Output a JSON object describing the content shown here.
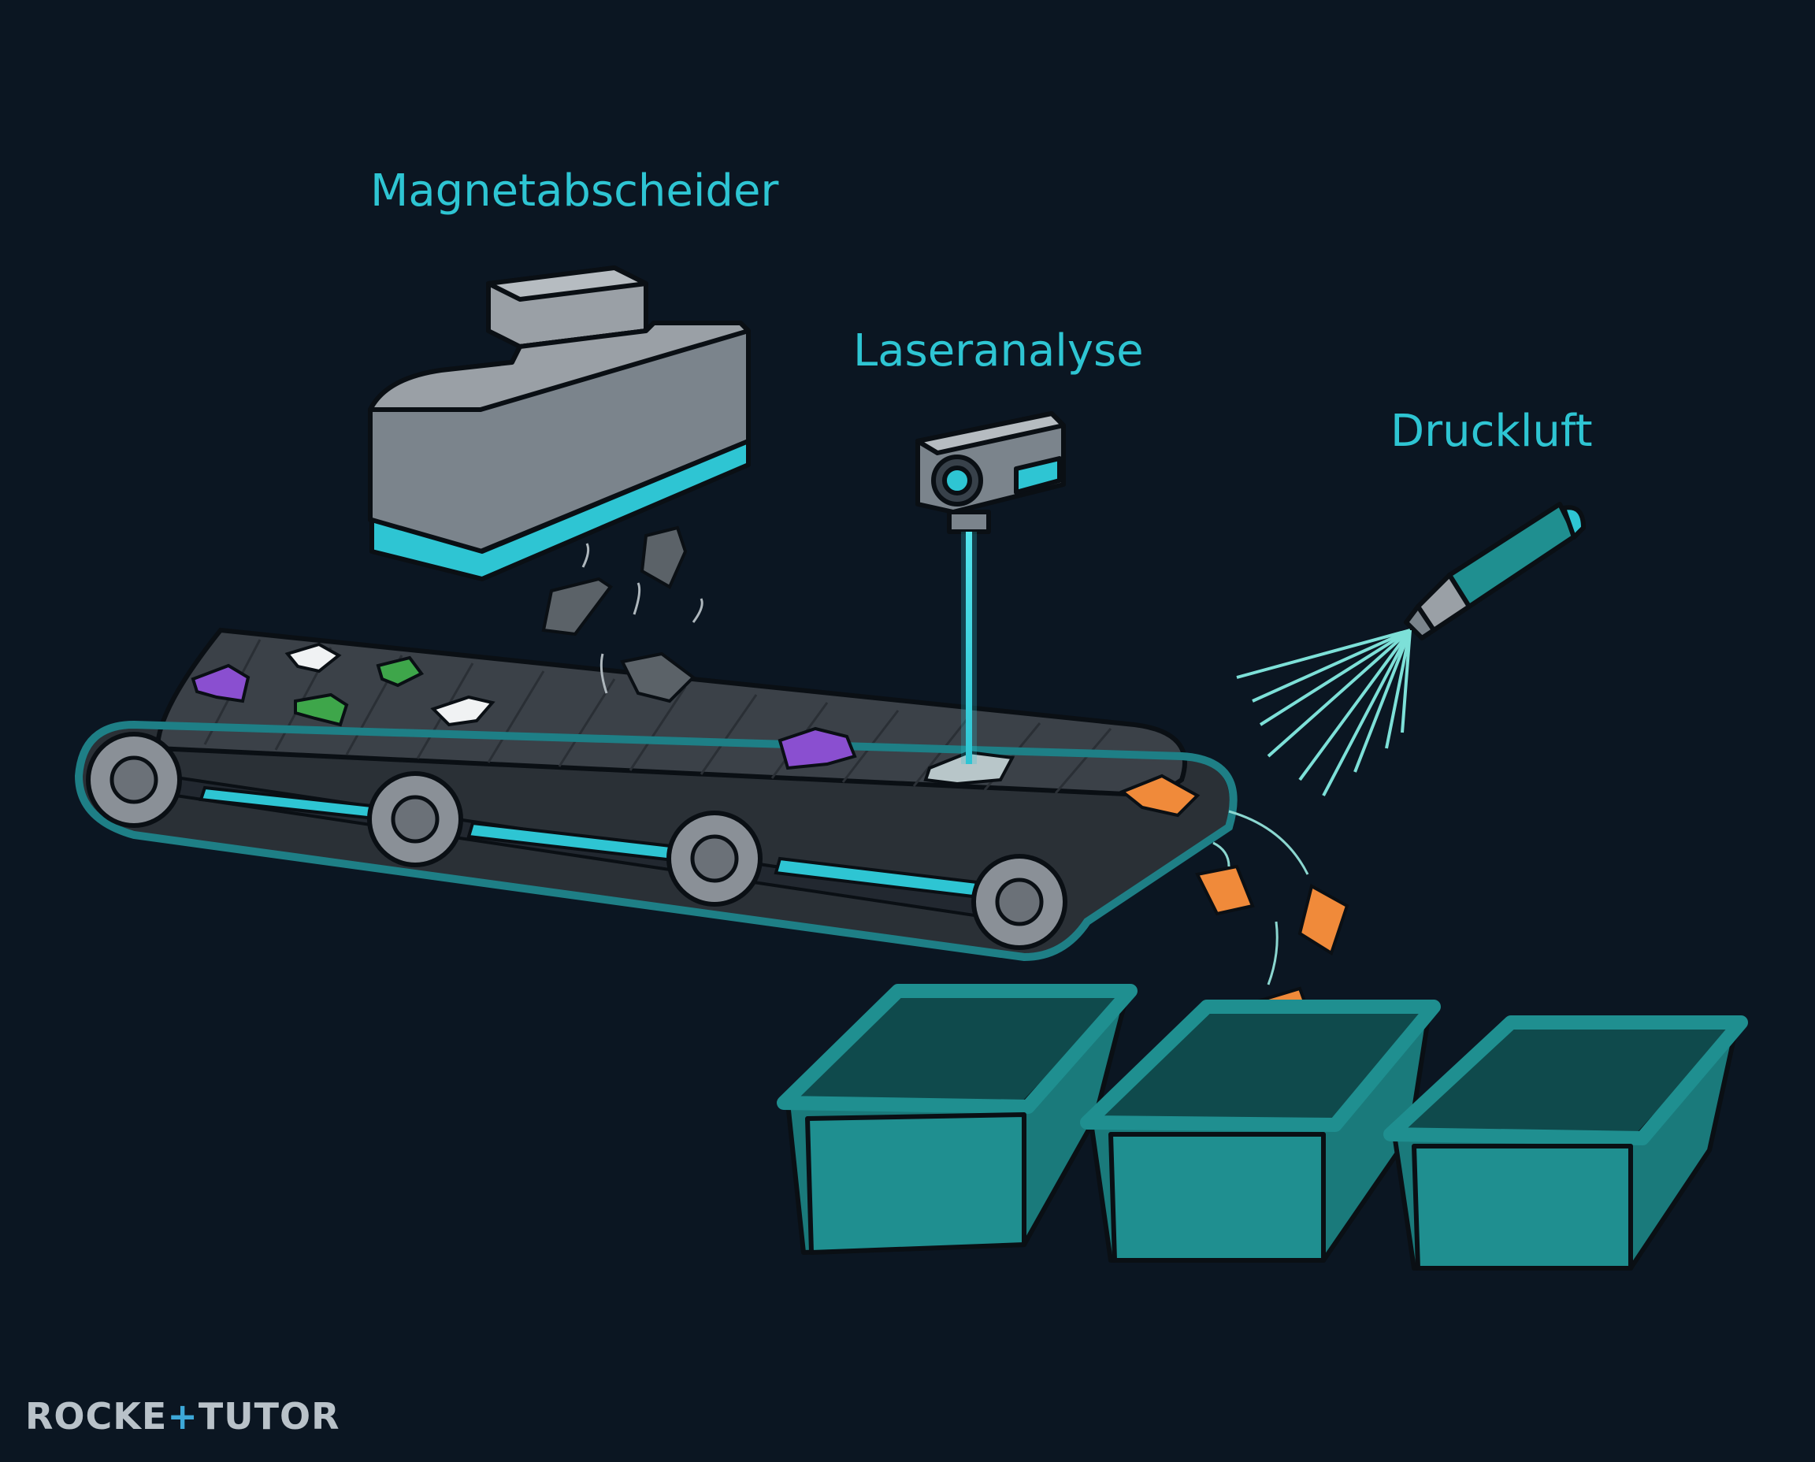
{
  "labels": {
    "magnet": "Magnetabscheider",
    "laser": "Laseranalyse",
    "air": "Druckluft"
  },
  "logo": {
    "part1": "ROCKE",
    "plus": "+",
    "part2": "TUTOR"
  },
  "colors": {
    "background": "#0b1622",
    "accent": "#2ec5d3",
    "belt": "#3b4148",
    "bin": "#1f8f90",
    "metal": "#7b848c",
    "orange": "#f08a3a",
    "purple": "#8a4fd0",
    "green": "#3ea64a",
    "white": "#f0f2f3"
  }
}
